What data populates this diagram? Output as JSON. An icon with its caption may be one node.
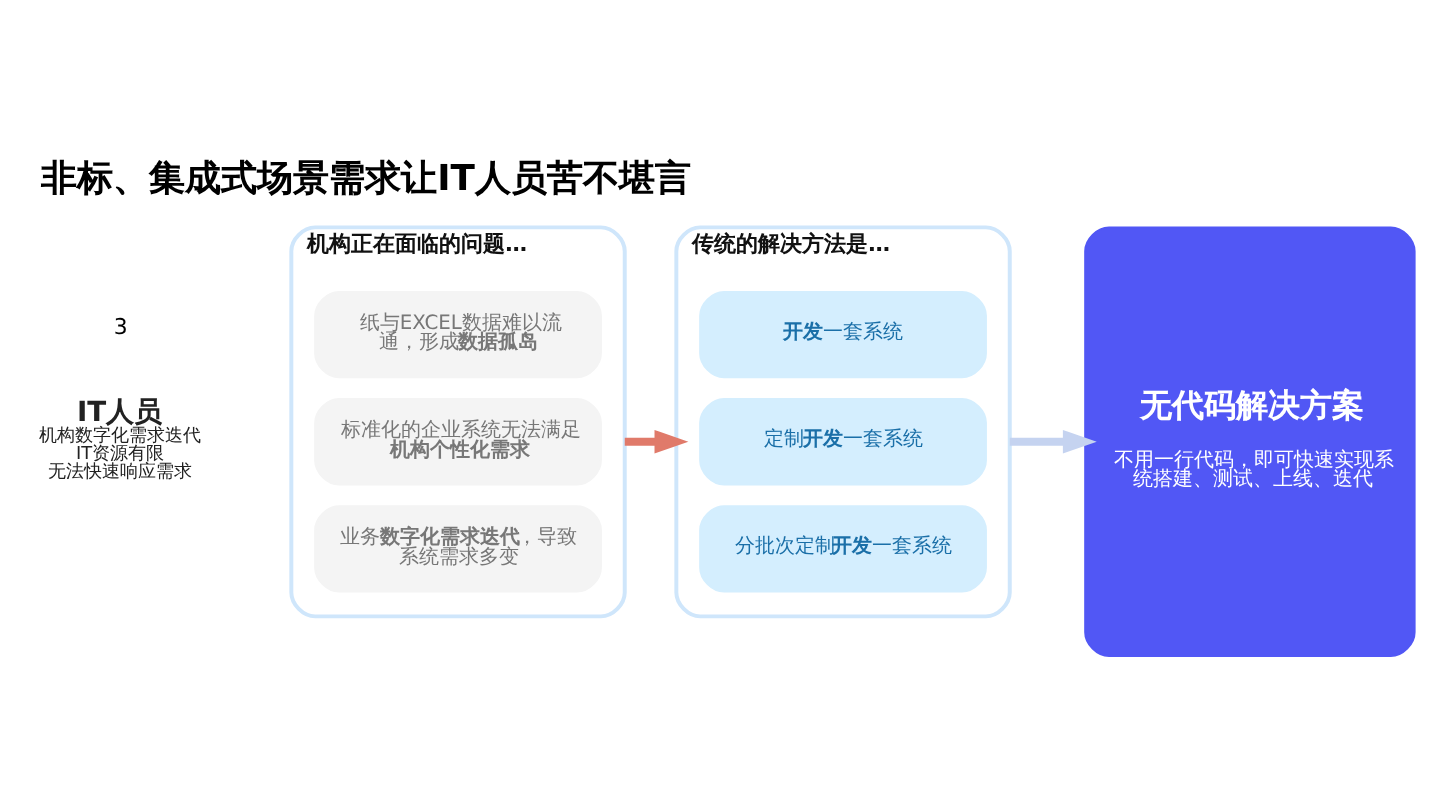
{
  "diagram": {
    "title": "非标、集成式场景需求让IT人员苦不堪言",
    "nodes": [
      {
        "text": [
          "IT人员",
          "机构数字化需求迭代",
          "IT资源有限",
          "无法快速响应需求"
        ]
      },
      {
        "text": [
          "机构正在面临的问题…"
        ]
      },
      {
        "text": [
          "纸与EXCEL数据难以流通，形成**数据孤岛**"
        ],
        "in": 1
      },
      {
        "text": [
          "标准化的企业系统无法满足**机构个性化需求**"
        ],
        "in": 1
      },
      {
        "text": [
          "业务**数字化需求迭代**，导致系统需求多变"
        ],
        "in": 1
      },
      {
        "text": [
          "传统的解决方法是…"
        ]
      },
      {
        "text": [
          "**开发**一套系统"
        ],
        "in": 5
      },
      {
        "text": [
          "定制**开发**一套系统"
        ],
        "in": 5
      },
      {
        "text": [
          "分批次定制**开发**一套系统"
        ],
        "in": 5
      },
      {
        "text": [
          "无代码解决方案",
          "不用一行代码，即可快速实现系统搭建、测试、上线、迭代"
        ]
      }
    ],
    "edges": [
      {
        "from": 1,
        "to": 5,
        "arrow": "to",
        "color": "#e07a6a"
      },
      {
        "from": 5,
        "to": 9,
        "arrow": "to",
        "color": "#c5d3f0"
      }
    ],
    "labels": [
      "3"
    ]
  }
}
